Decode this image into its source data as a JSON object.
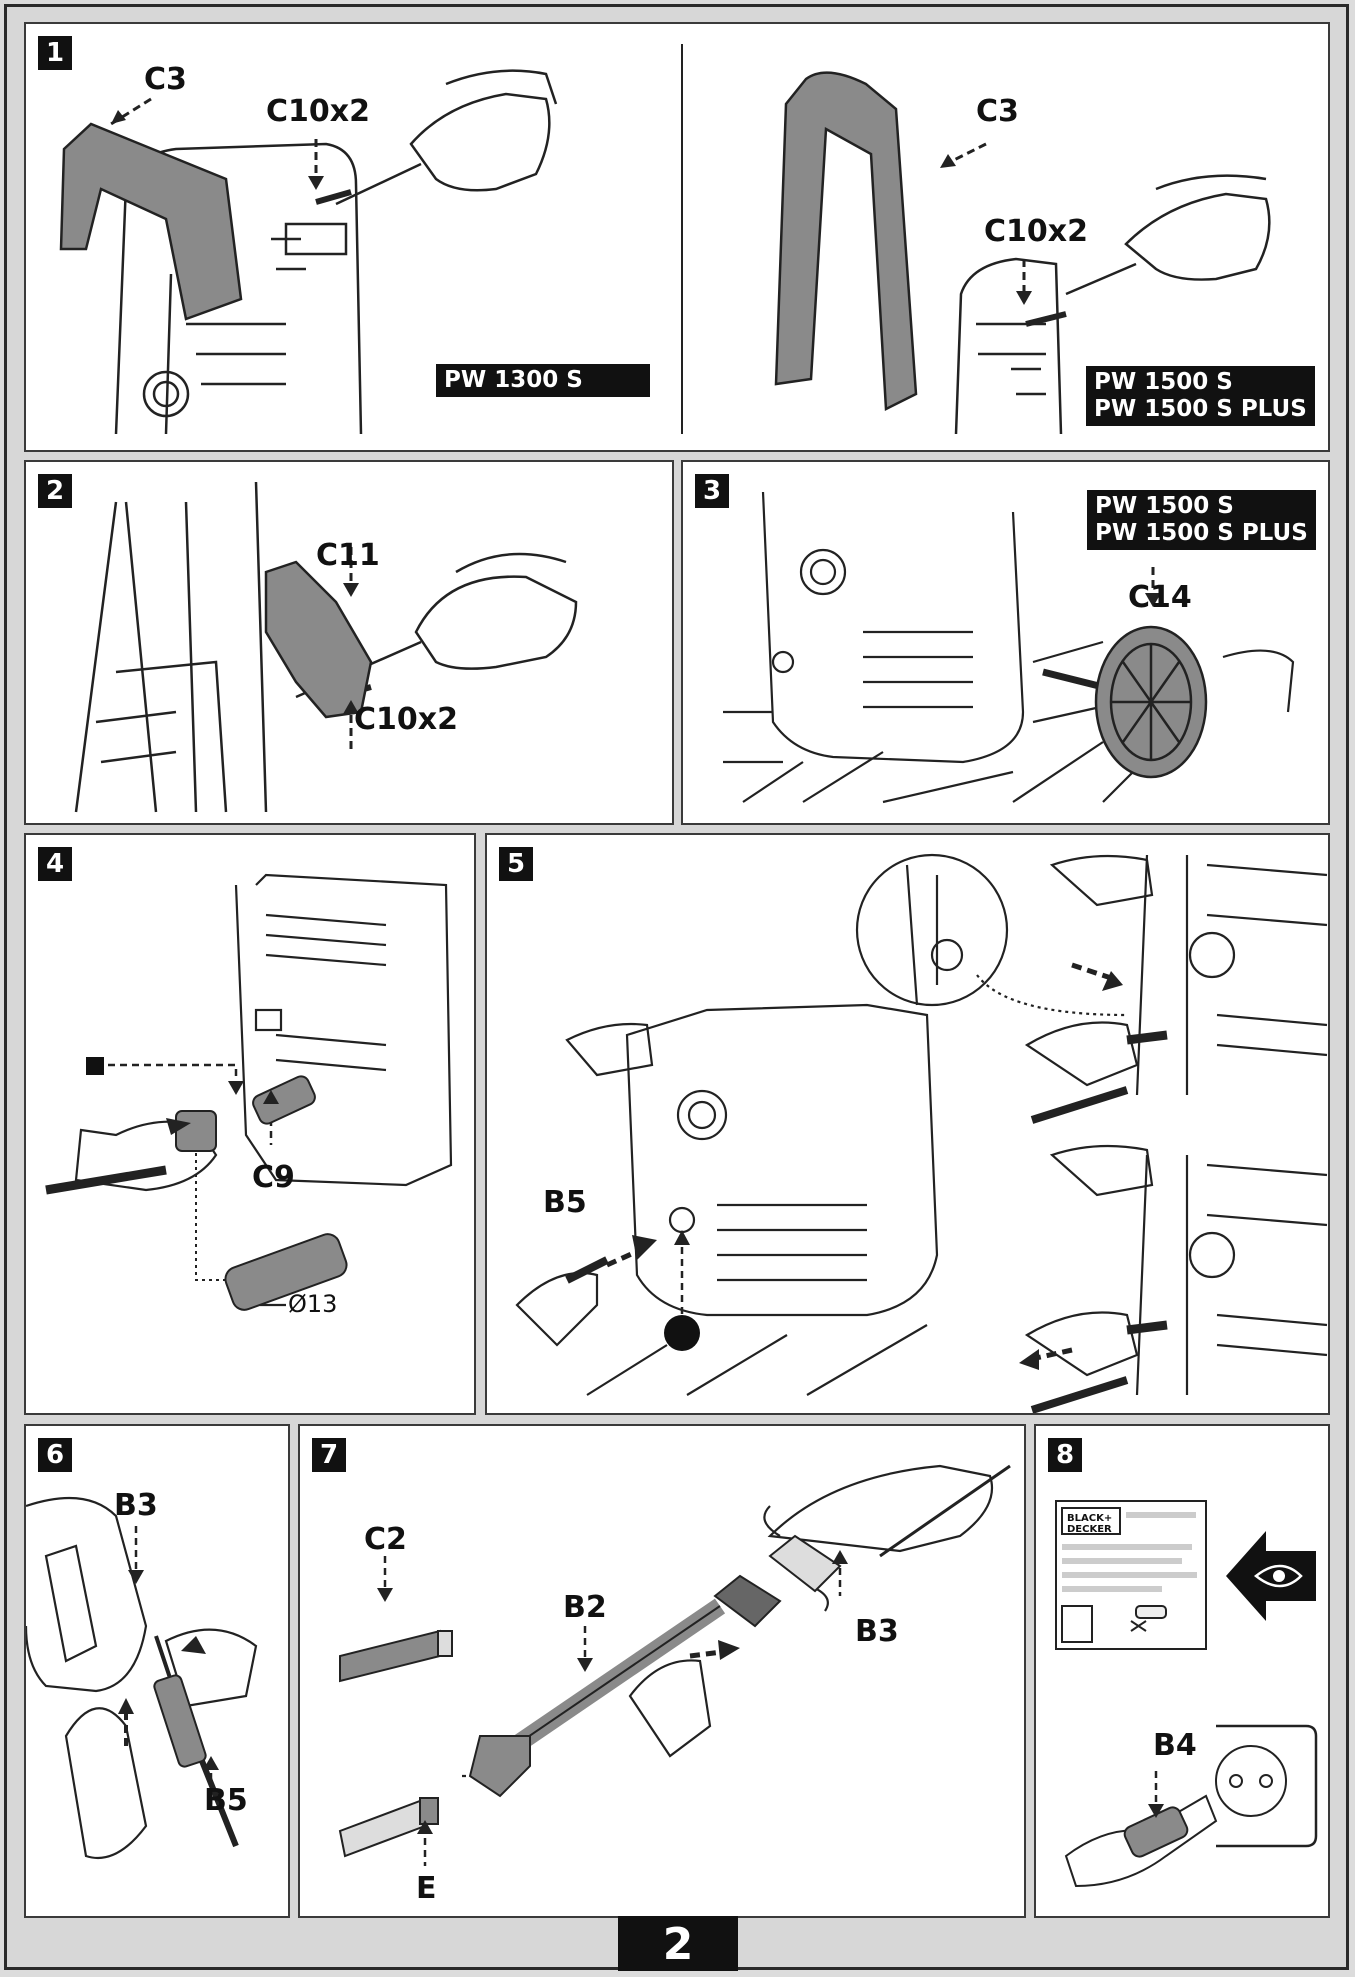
{
  "page_number": "2",
  "steps": [
    {
      "number": "1",
      "labels": [
        "C3",
        "C10x2",
        "C3",
        "C10x2"
      ],
      "models": [
        "PW 1300 S",
        "PW 1500 S\nPW 1500 S PLUS"
      ]
    },
    {
      "number": "2",
      "labels": [
        "C11",
        "C10x2"
      ]
    },
    {
      "number": "3",
      "labels": [
        "C14"
      ],
      "models": [
        "PW 1500 S\nPW 1500 S PLUS"
      ]
    },
    {
      "number": "4",
      "labels": [
        "C9",
        "Ø13"
      ]
    },
    {
      "number": "5",
      "labels": [
        "B5"
      ]
    },
    {
      "number": "6",
      "labels": [
        "B3",
        "B5"
      ]
    },
    {
      "number": "7",
      "labels": [
        "C2",
        "B2",
        "B3",
        "E"
      ]
    },
    {
      "number": "8",
      "labels": [
        "B4"
      ],
      "logo_text": "BLACK+\nDECKER"
    }
  ],
  "colors": {
    "ink": "#111111",
    "part_gray": "#8a8a8a",
    "paper": "#ffffff",
    "background": "#d7d7d7"
  }
}
